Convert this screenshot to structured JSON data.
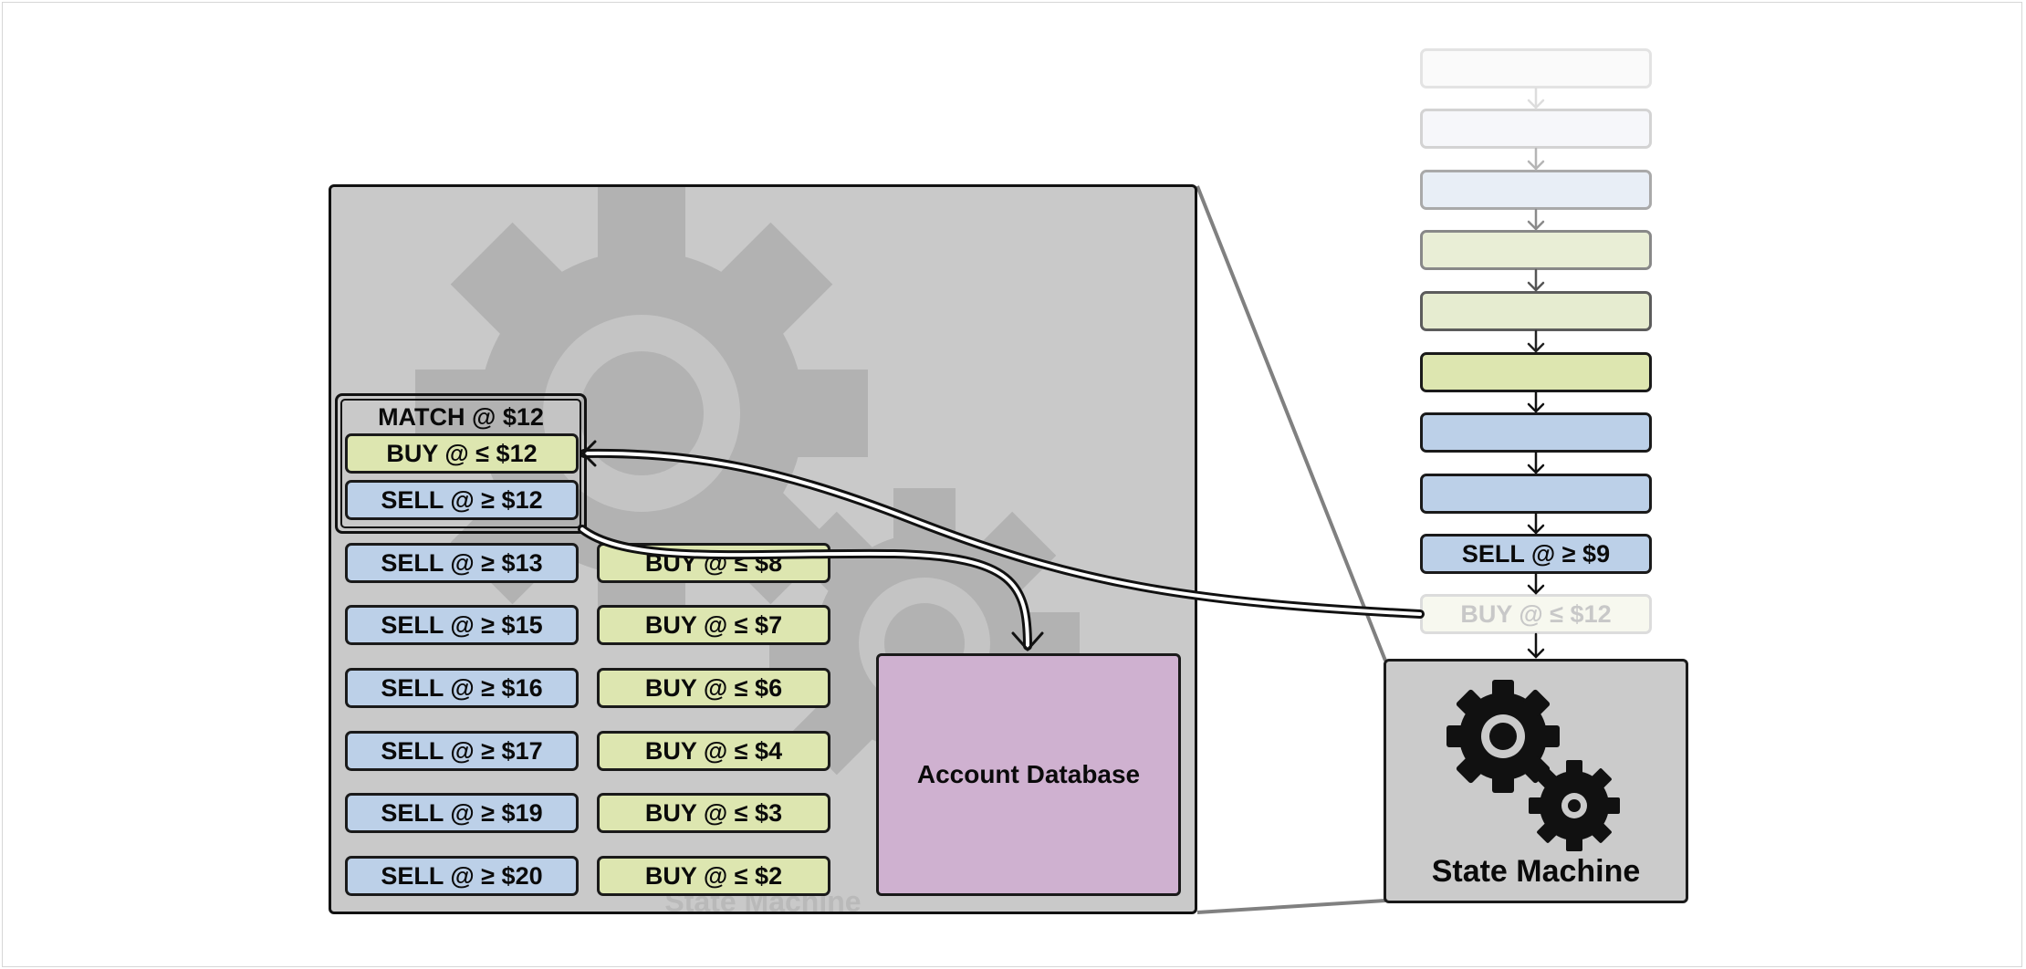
{
  "panel": {
    "watermark": "State Machine"
  },
  "match": {
    "title": "MATCH @ $12",
    "buy": "BUY @ ≤ $12",
    "sell": "SELL @ ≥ $12"
  },
  "sell_orders": [
    "SELL @ ≥ $13",
    "SELL @ ≥ $15",
    "SELL @ ≥ $16",
    "SELL @ ≥ $17",
    "SELL @ ≥ $19",
    "SELL @ ≥ $20"
  ],
  "buy_orders": [
    "BUY @ ≤ $8",
    "BUY @ ≤ $7",
    "BUY @ ≤ $6",
    "BUY @ ≤ $4",
    "BUY @ ≤ $3",
    "BUY @ ≤ $2"
  ],
  "account_db": {
    "label": "Account Database"
  },
  "state_machine": {
    "label": "State Machine",
    "icon": "gears-icon"
  },
  "queue": [
    {
      "label": "",
      "kind": "faded-white"
    },
    {
      "label": "",
      "kind": "faded-white"
    },
    {
      "label": "",
      "kind": "sell-faded"
    },
    {
      "label": "",
      "kind": "buy-faded"
    },
    {
      "label": "",
      "kind": "buy-faded"
    },
    {
      "label": "",
      "kind": "buy"
    },
    {
      "label": "",
      "kind": "sell"
    },
    {
      "label": "",
      "kind": "sell"
    },
    {
      "label": "SELL @ ≥ $9",
      "kind": "sell"
    },
    {
      "label": "BUY @ ≤ $12",
      "kind": "buy-ghost"
    }
  ],
  "colors": {
    "buy": "#dde6b0",
    "sell": "#bcd0e8",
    "database": "#cfb1d0",
    "panel": "#c9c9c9"
  }
}
